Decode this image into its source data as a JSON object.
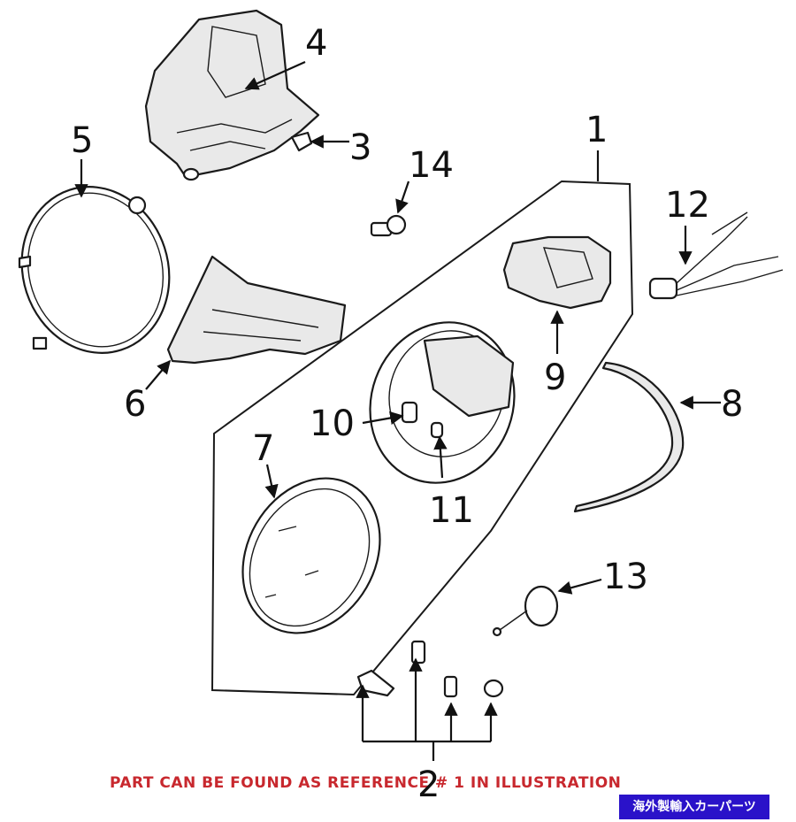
{
  "callouts": {
    "n1": "1",
    "n2": "2",
    "n3": "3",
    "n4": "4",
    "n5": "5",
    "n6": "6",
    "n7": "7",
    "n8": "8",
    "n9": "9",
    "n10": "10",
    "n11": "11",
    "n12": "12",
    "n13": "13",
    "n14": "14"
  },
  "footer_note": "PART CAN BE FOUND AS REFERENCE # 1 IN ILLUSTRATION",
  "watermark": "海外製輸入カーパーツ",
  "colors": {
    "note_red": "#c8282e",
    "watermark_blue": "#2a12c9",
    "line": "#1a1a1a"
  }
}
